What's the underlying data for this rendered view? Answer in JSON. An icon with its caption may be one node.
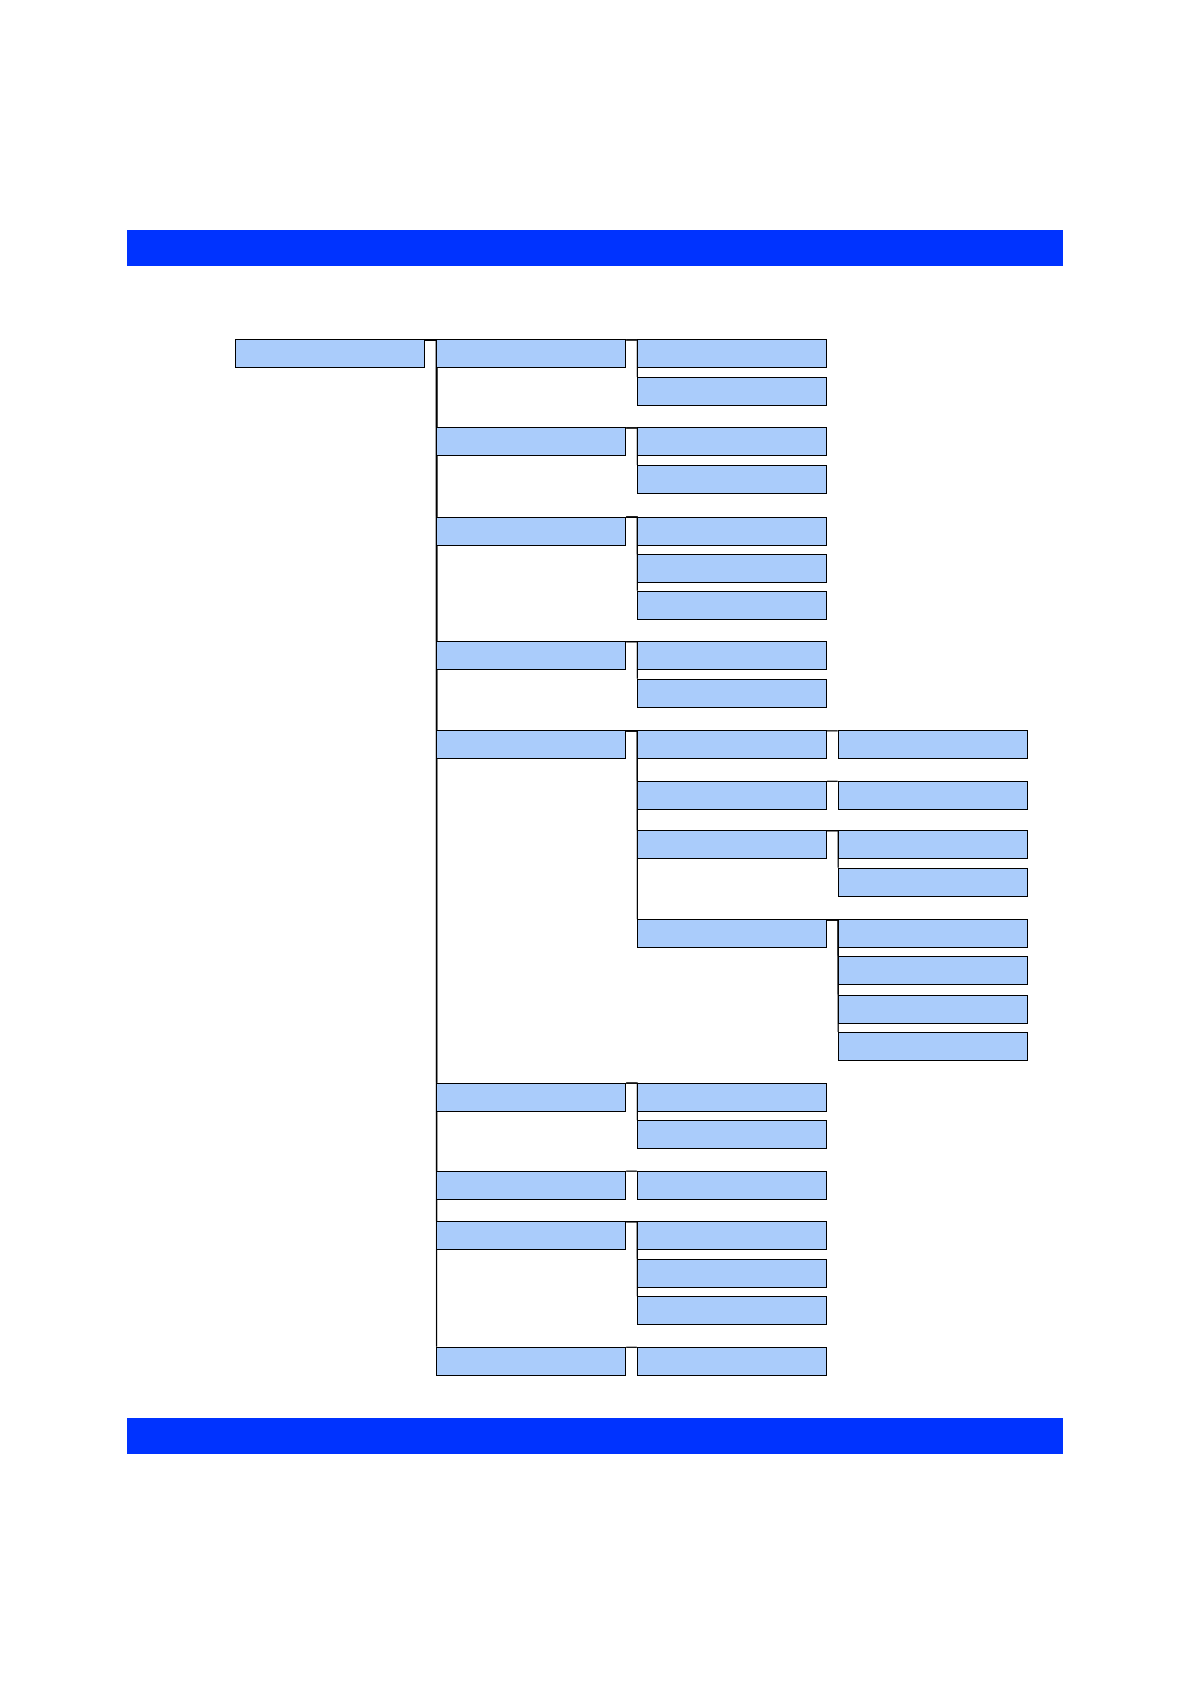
{
  "diagram": {
    "nodes": [
      {
        "text": [],
        "shape": "box"
      },
      {
        "text": [],
        "shape": "box"
      },
      {
        "text": [],
        "shape": "box"
      },
      {
        "text": [],
        "shape": "box"
      },
      {
        "text": [],
        "shape": "box"
      },
      {
        "text": [],
        "shape": "box"
      },
      {
        "text": [],
        "shape": "box"
      },
      {
        "text": [],
        "shape": "box"
      },
      {
        "text": [],
        "shape": "box"
      },
      {
        "text": [],
        "shape": "box"
      },
      {
        "text": [],
        "shape": "box"
      },
      {
        "text": [],
        "shape": "box"
      },
      {
        "text": [],
        "shape": "box"
      },
      {
        "text": [],
        "shape": "box"
      },
      {
        "text": [],
        "shape": "box"
      },
      {
        "text": [],
        "shape": "box"
      },
      {
        "text": [],
        "shape": "box"
      },
      {
        "text": [],
        "shape": "box"
      },
      {
        "text": [],
        "shape": "box"
      },
      {
        "text": [],
        "shape": "box"
      },
      {
        "text": [],
        "shape": "box"
      },
      {
        "text": [],
        "shape": "box"
      },
      {
        "text": [],
        "shape": "box"
      },
      {
        "text": [],
        "shape": "box"
      },
      {
        "text": [],
        "shape": "box"
      },
      {
        "text": [],
        "shape": "box"
      },
      {
        "text": [],
        "shape": "box"
      },
      {
        "text": [],
        "shape": "box"
      },
      {
        "text": [],
        "shape": "box"
      },
      {
        "text": [],
        "shape": "box"
      },
      {
        "text": [],
        "shape": "box"
      },
      {
        "text": [],
        "shape": "box"
      },
      {
        "text": [],
        "shape": "box"
      },
      {
        "text": [],
        "shape": "box"
      },
      {
        "text": [],
        "shape": "box"
      },
      {
        "text": [],
        "shape": "box"
      },
      {
        "text": [],
        "shape": "box"
      },
      {
        "text": [],
        "shape": "box"
      }
    ],
    "edges": [
      {
        "from": 0,
        "to": 1,
        "arrow": "none"
      },
      {
        "from": 0,
        "to": 4,
        "arrow": "none"
      },
      {
        "from": 0,
        "to": 7,
        "arrow": "none"
      },
      {
        "from": 0,
        "to": 11,
        "arrow": "none"
      },
      {
        "from": 0,
        "to": 14,
        "arrow": "none"
      },
      {
        "from": 0,
        "to": 27,
        "arrow": "none"
      },
      {
        "from": 0,
        "to": 30,
        "arrow": "none"
      },
      {
        "from": 0,
        "to": 32,
        "arrow": "none"
      },
      {
        "from": 0,
        "to": 36,
        "arrow": "none"
      },
      {
        "from": 1,
        "to": 2,
        "arrow": "none"
      },
      {
        "from": 1,
        "to": 3,
        "arrow": "none"
      },
      {
        "from": 4,
        "to": 5,
        "arrow": "none"
      },
      {
        "from": 4,
        "to": 6,
        "arrow": "none"
      },
      {
        "from": 7,
        "to": 8,
        "arrow": "none"
      },
      {
        "from": 7,
        "to": 9,
        "arrow": "none"
      },
      {
        "from": 7,
        "to": 10,
        "arrow": "none"
      },
      {
        "from": 11,
        "to": 12,
        "arrow": "none"
      },
      {
        "from": 11,
        "to": 13,
        "arrow": "none"
      },
      {
        "from": 14,
        "to": 15,
        "arrow": "none"
      },
      {
        "from": 14,
        "to": 17,
        "arrow": "none"
      },
      {
        "from": 14,
        "to": 19,
        "arrow": "none"
      },
      {
        "from": 14,
        "to": 22,
        "arrow": "none"
      },
      {
        "from": 15,
        "to": 16,
        "arrow": "none"
      },
      {
        "from": 17,
        "to": 18,
        "arrow": "none"
      },
      {
        "from": 19,
        "to": 20,
        "arrow": "none"
      },
      {
        "from": 19,
        "to": 21,
        "arrow": "none"
      },
      {
        "from": 22,
        "to": 23,
        "arrow": "none"
      },
      {
        "from": 22,
        "to": 24,
        "arrow": "none"
      },
      {
        "from": 22,
        "to": 25,
        "arrow": "none"
      },
      {
        "from": 22,
        "to": 26,
        "arrow": "none"
      },
      {
        "from": 27,
        "to": 28,
        "arrow": "none"
      },
      {
        "from": 27,
        "to": 29,
        "arrow": "none"
      },
      {
        "from": 30,
        "to": 31,
        "arrow": "none"
      },
      {
        "from": 32,
        "to": 33,
        "arrow": "none"
      },
      {
        "from": 32,
        "to": 34,
        "arrow": "none"
      },
      {
        "from": 32,
        "to": 35,
        "arrow": "none"
      },
      {
        "from": 36,
        "to": 37,
        "arrow": "none"
      }
    ]
  }
}
